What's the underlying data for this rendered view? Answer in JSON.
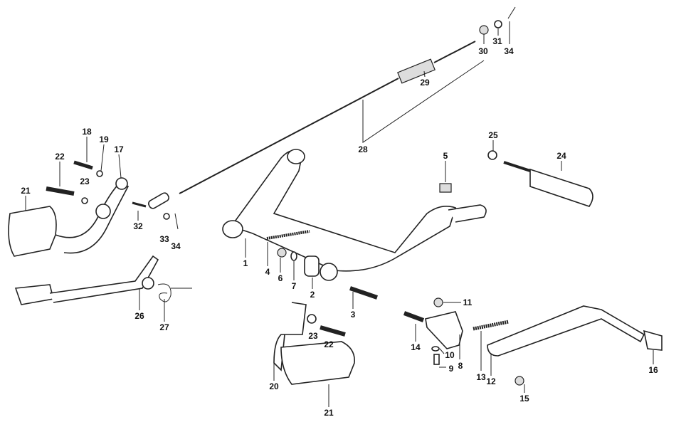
{
  "diagram": {
    "type": "exploded-parts-diagram",
    "labels": [
      "30",
      "31",
      "34",
      "29",
      "28",
      "18",
      "19",
      "17",
      "22",
      "23",
      "21",
      "25",
      "24",
      "5",
      "32",
      "33",
      "34",
      "1",
      "4",
      "6",
      "7",
      "2",
      "3",
      "26",
      "27",
      "11",
      "14",
      "10",
      "8",
      "9",
      "13",
      "12",
      "16",
      "15",
      "23",
      "22",
      "20",
      "21"
    ]
  }
}
